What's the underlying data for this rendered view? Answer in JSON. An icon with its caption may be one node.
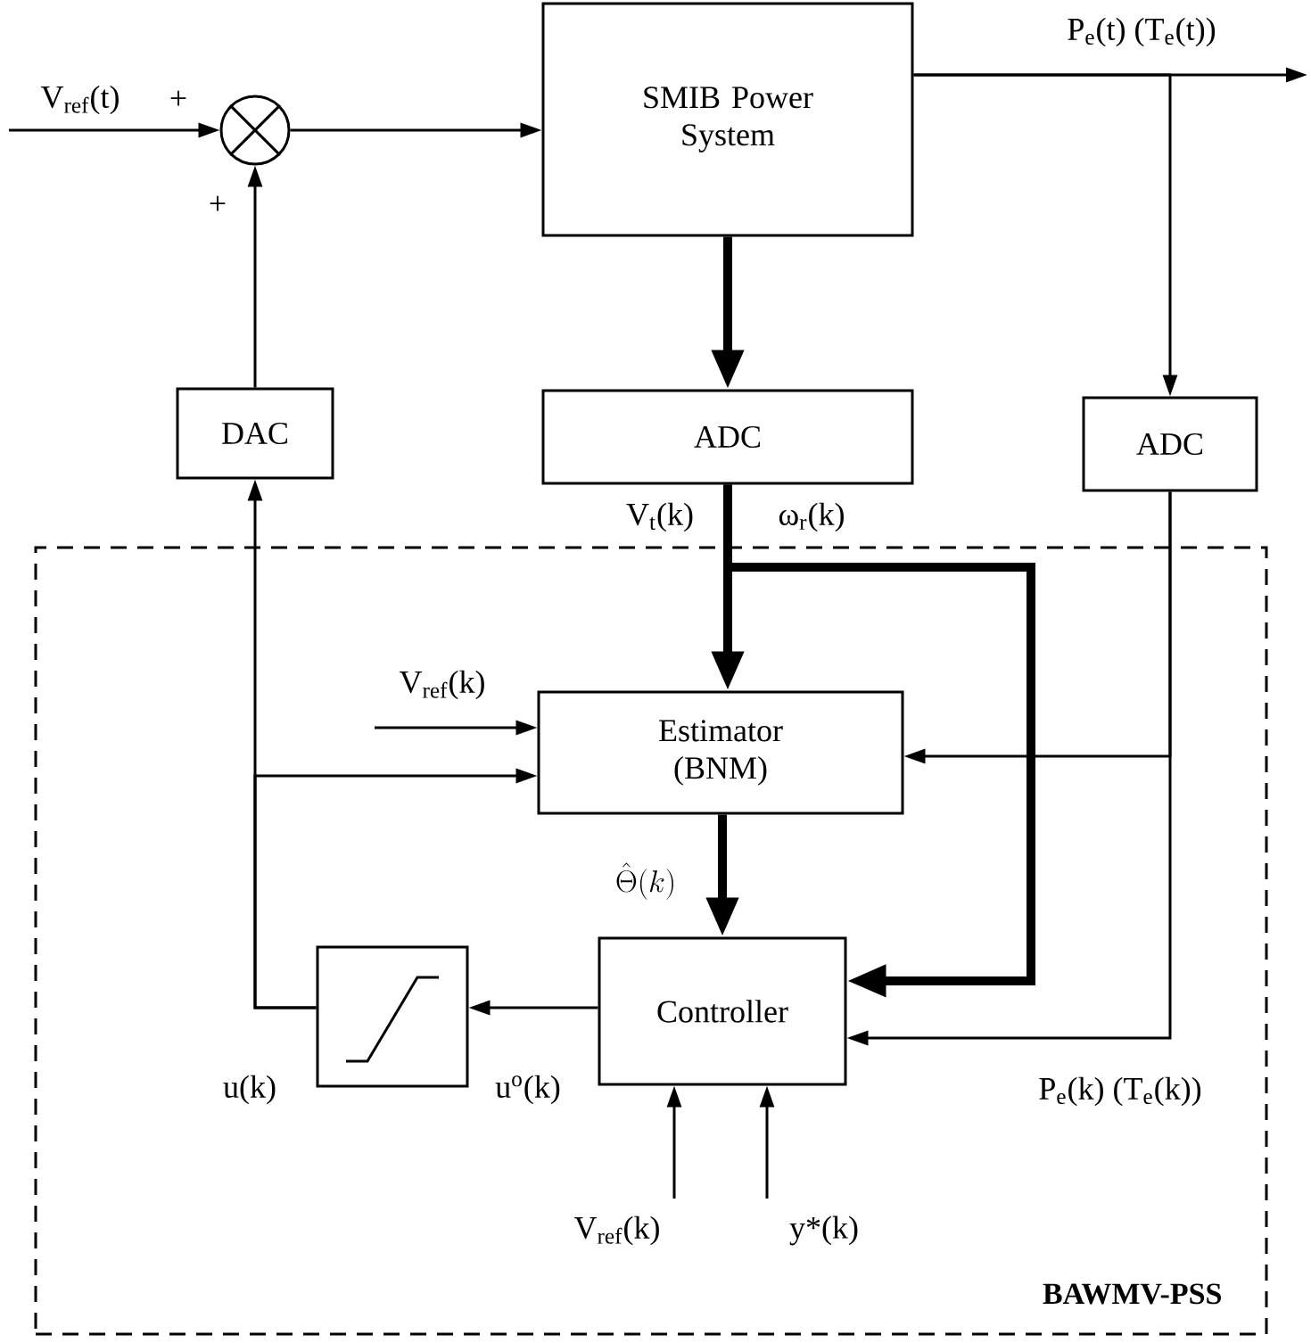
{
  "diagram": {
    "nodes": [
      {
        "text": [],
        "shape": "circle"
      },
      {
        "text": [
          "SMIB Power System"
        ]
      },
      {
        "text": [
          "DAC"
        ]
      },
      {
        "text": [
          "ADC"
        ]
      },
      {
        "text": [
          "ADC"
        ]
      },
      {
        "text": [
          "BAWMV-PSS"
        ]
      },
      {
        "text": [
          "Estimator (BNM)"
        ],
        "in": 5
      },
      {
        "text": [],
        "shape": "box",
        "in": 5
      },
      {
        "text": [
          "Controller"
        ],
        "in": 5
      }
    ],
    "edges": [
      {
        "from": null,
        "to": 0,
        "arrow": "to",
        "label": "V$_{ref}$(t)"
      },
      {
        "from": 0,
        "to": 1,
        "arrow": "to"
      },
      {
        "from": 1,
        "to": null,
        "arrow": "to",
        "label": "P$_{e}$(t)  (T$_{e}$(t))"
      },
      {
        "from": 1,
        "to": 3,
        "arrow": "to",
        "style": "thick"
      },
      {
        "from": 1,
        "to": 4,
        "arrow": "to"
      },
      {
        "from": 2,
        "to": 0,
        "arrow": "to"
      },
      {
        "from": 3,
        "to": 6,
        "arrow": "to",
        "style": "thick",
        "label": "V$_{t}$(k)"
      },
      {
        "from": 3,
        "to": 8,
        "arrow": "to",
        "style": "thick",
        "label": "ω$_{r}$(k)"
      },
      {
        "from": 4,
        "to": 6,
        "arrow": "to"
      },
      {
        "from": 4,
        "to": 8,
        "arrow": "to",
        "label": "P$_{e}$(k)  (T$_{e}$(k))"
      },
      {
        "from": null,
        "to": 6,
        "arrow": "to",
        "label": "V$_{ref}$(k)"
      },
      {
        "from": 7,
        "to": 6,
        "arrow": "to"
      },
      {
        "from": 7,
        "to": 2,
        "arrow": "to",
        "label": "u(k)"
      },
      {
        "from": 8,
        "to": 7,
        "arrow": "to",
        "label": "u$^{o}$(k)"
      },
      {
        "from": 6,
        "to": 8,
        "arrow": "to",
        "style": "thick",
        "label": "\\hat{\\Theta}(k)"
      },
      {
        "from": null,
        "to": 8,
        "arrow": "to",
        "label": "V$_{ref}$(k)"
      },
      {
        "from": null,
        "to": 8,
        "arrow": "to",
        "label": "y*(k)"
      }
    ],
    "labels": [
      "+",
      "+"
    ]
  }
}
